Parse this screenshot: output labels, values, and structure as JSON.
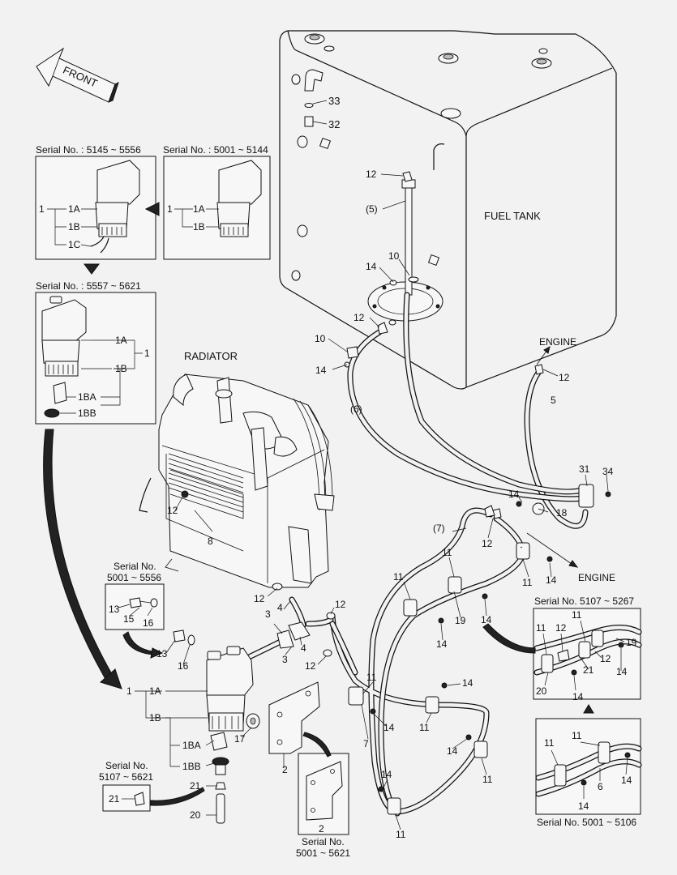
{
  "front_label": "FRONT",
  "fuel_tank_label": "FUEL TANK",
  "radiator_label": "RADIATOR",
  "engine_labels": [
    "ENGINE",
    "ENGINE"
  ],
  "serial_labels": {
    "s5145_5556": "Serial No. : 5145 ~ 5556",
    "s5001_5144": "Serial No. : 5001 ~ 5144",
    "s5557_5621": "Serial No. : 5557 ~ 5621",
    "s5001_5556_line1": "Serial No.",
    "s5001_5556_line2": "5001 ~ 5556",
    "s5107_5621_line1": "Serial No.",
    "s5107_5621_line2": "5107 ~ 5621",
    "s5001_5621_line1": "Serial No.",
    "s5001_5621_line2": "5001 ~ 5621",
    "s5107_5267": "Serial No.  5107 ~ 5267",
    "s5001_5106": "Serial No.  5001 ~ 5106"
  },
  "callouts": {
    "n1": "1",
    "n1A": "1A",
    "n1B": "1B",
    "n1C": "1C",
    "n1BA": "1BA",
    "n1BB": "1BB",
    "n2": "2",
    "n3": "3",
    "n4": "4",
    "n5": "5",
    "n5p": "(5)",
    "n6": "6",
    "n6p": "(6)",
    "n7": "7",
    "n7p": "(7)",
    "n8": "8",
    "n10": "10",
    "n11": "11",
    "n12": "12",
    "n13": "13",
    "n14": "14",
    "n15": "15",
    "n16": "16",
    "n17": "17",
    "n18": "18",
    "n19": "19",
    "n20": "20",
    "n21": "21",
    "n31": "31",
    "n32": "32",
    "n33": "33",
    "n34": "34"
  }
}
